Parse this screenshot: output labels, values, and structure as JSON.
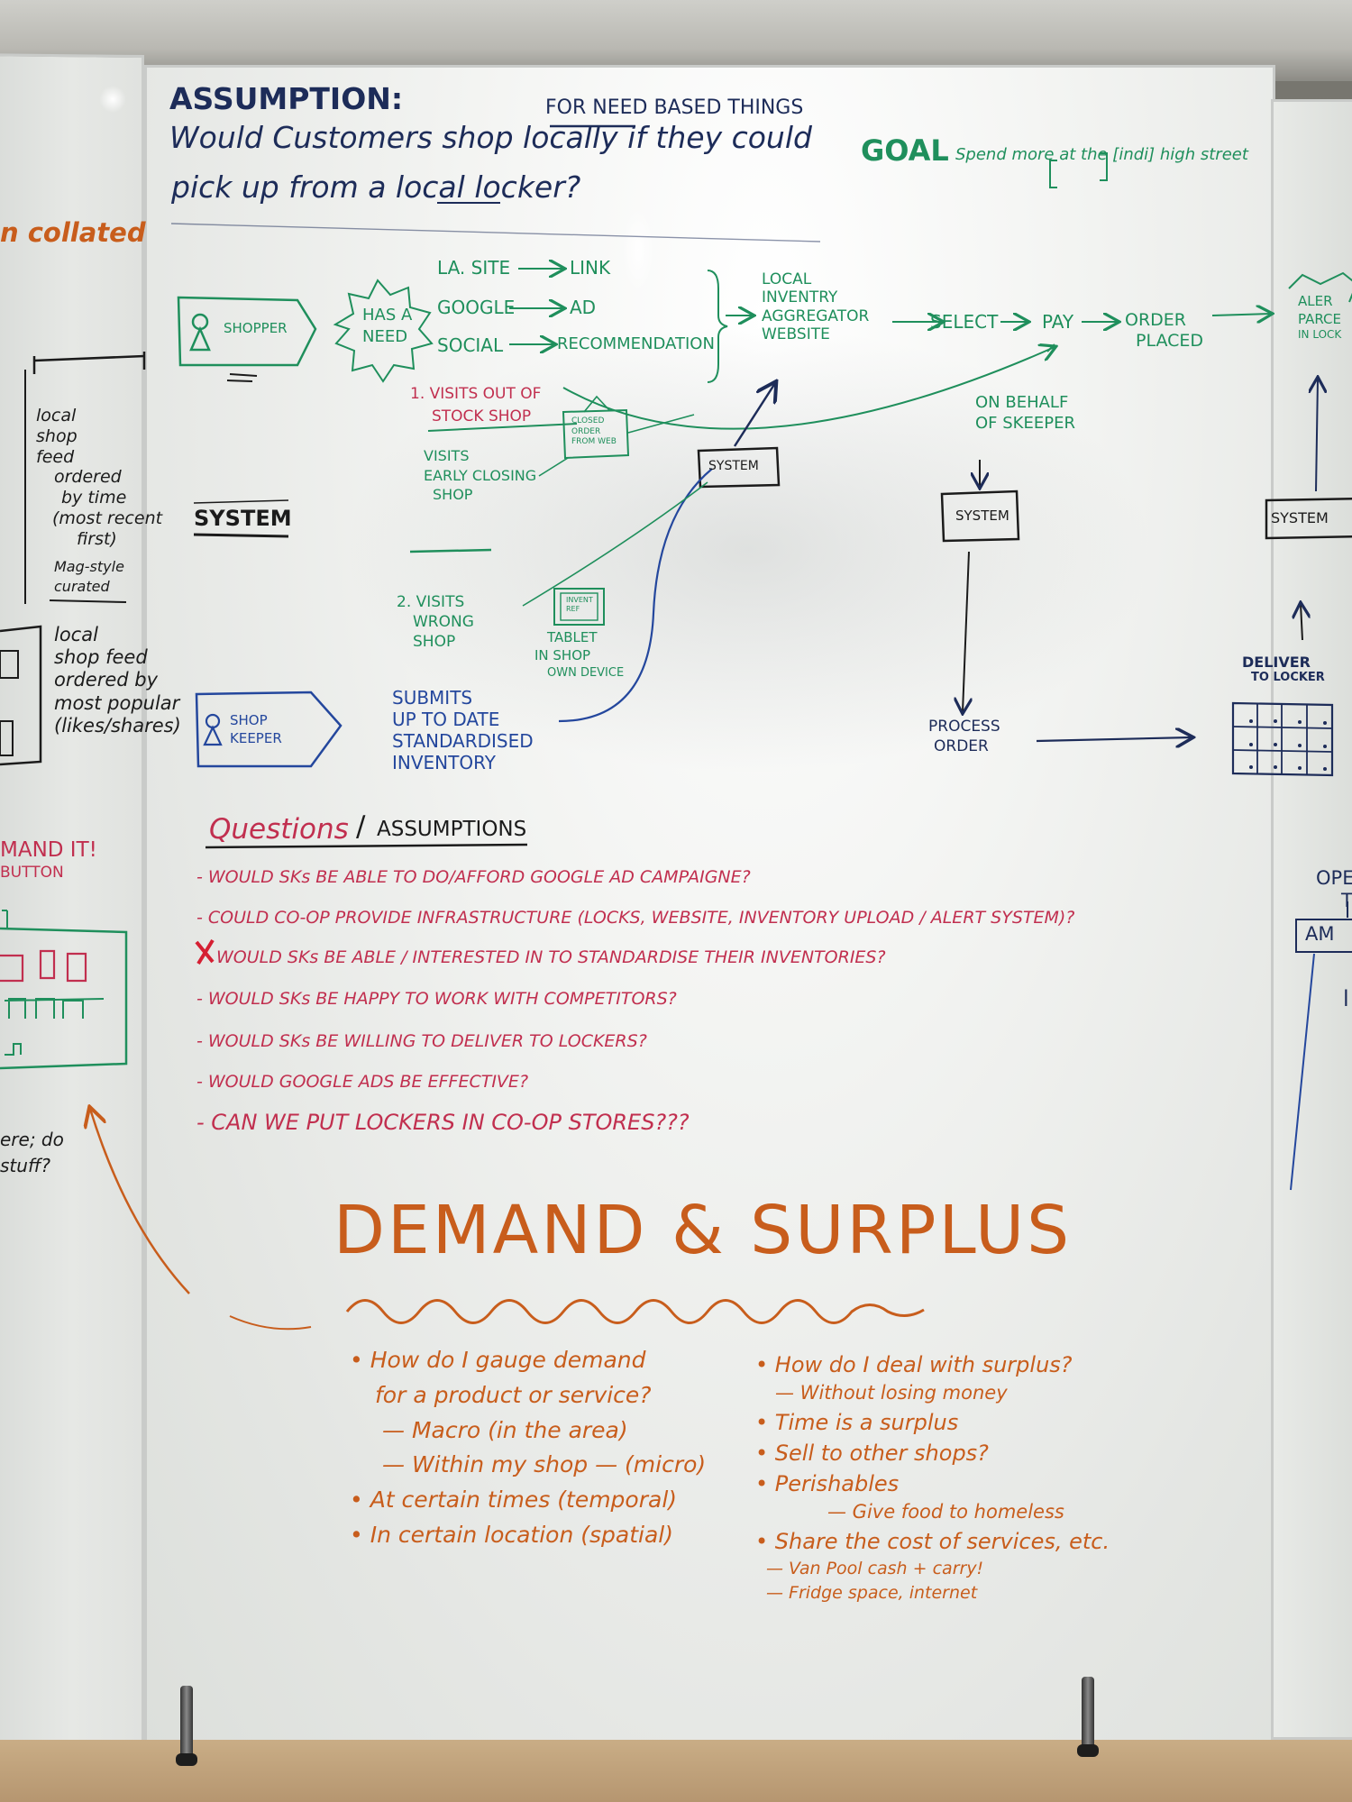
{
  "header": {
    "assumption_label": "ASSUMPTION:",
    "for_need": "FOR NEED BASED THINGS",
    "question_line1": "Would Customers shop locally if they could",
    "question_line2": "pick up from a local locker?",
    "goal_label": "GOAL",
    "goal_text": "Spend more at the [indi] high street"
  },
  "left_board": {
    "collated": "n collated",
    "feed1": [
      "local",
      "shop",
      "feed",
      "ordered",
      "by time",
      "(most recent",
      "first)"
    ],
    "mag_style": [
      "Mag-style",
      "curated"
    ],
    "feed2": [
      "local",
      "shop feed",
      "ordered by",
      "most popular",
      "(likes/shares)"
    ],
    "demand_it": [
      "MAND IT!",
      "BUTTON"
    ],
    "where_do": [
      "ere; do",
      "stuff?"
    ]
  },
  "journey": {
    "shopper": "SHOPPER",
    "has_a_need": [
      "HAS A",
      "NEED"
    ],
    "channels": [
      {
        "source": "LA. SITE",
        "target": "LINK"
      },
      {
        "source": "GOOGLE",
        "target": "AD"
      },
      {
        "source": "SOCIAL",
        "target": "RECOMMENDATION"
      }
    ],
    "aggregator": [
      "LOCAL",
      "INVENTRY",
      "AGGREGATOR",
      "WEBSITE"
    ],
    "select": "SELECT",
    "pay": "PAY",
    "order_placed": [
      "ORDER",
      "PLACED"
    ],
    "alert": [
      "ALER",
      "PARCE",
      "IN LOCK"
    ],
    "visits_out": [
      "1. VISITS OUT OF",
      "STOCK SHOP"
    ],
    "closed_sign": [
      "CLOSED",
      "ORDER",
      "FROM WEB"
    ],
    "visits_early": [
      "VISITS",
      "EARLY CLOSING",
      "SHOP"
    ],
    "system_label": "SYSTEM",
    "system_box": "SYSTEM",
    "on_behalf": [
      "ON BEHALF",
      "OF SKEEPER"
    ],
    "system_box2": "SYSTEM",
    "system_box3": "SYSTEM",
    "visits_wrong": [
      "2. VISITS",
      "WRONG",
      "SHOP"
    ],
    "tablet_screen": [
      "INVENT",
      "REF"
    ],
    "tablet": [
      "TABLET",
      "IN SHOP",
      "OWN DEVICE"
    ],
    "shop_keeper": [
      "SHOP",
      "KEEPER"
    ],
    "submits": [
      "SUBMITS",
      "UP TO DATE",
      "STANDARDISED",
      "INVENTORY"
    ],
    "process_order": [
      "PROCESS",
      "ORDER"
    ],
    "deliver": [
      "DELIVER",
      "TO LOCKER"
    ]
  },
  "right_board": {
    "text1": [
      "OPE",
      "T"
    ],
    "am": "AM",
    "l": "l"
  },
  "questions": {
    "title_left": "Questions",
    "title_right": "ASSUMPTIONS",
    "items": [
      "- WOULD SKs BE ABLE TO DO/AFFORD GOOGLE AD CAMPAIGNE?",
      "- COULD CO-OP PROVIDE INFRASTRUCTURE (LOCKS, WEBSITE, INVENTORY UPLOAD / ALERT SYSTEM)?",
      "WOULD SKs BE ABLE / INTERESTED IN TO STANDARDISE THEIR INVENTORIES?",
      "- WOULD SKs BE HAPPY TO WORK WITH COMPETITORS?",
      "- WOULD SKs BE WILLING TO DELIVER TO LOCKERS?",
      "- WOULD GOOGLE ADS BE EFFECTIVE?",
      "- CAN WE PUT LOCKERS IN CO-OP STORES???"
    ]
  },
  "demand_surplus": {
    "title": "DEMAND & SURPLUS",
    "left": [
      "• How do I gauge demand",
      "for a product or service?",
      "— Macro (in the area)",
      "— Within my shop — (micro)",
      "• At certain times (temporal)",
      "• In certain location (spatial)"
    ],
    "right": [
      "• How do I deal with surplus?",
      "— Without losing money",
      "• Time is a surplus",
      "• Sell to other shops?",
      "• Perishables",
      "— Give food to homeless",
      "• Share the cost of services, etc.",
      "— Van Pool cash + carry!",
      "— Fridge space, internet"
    ]
  },
  "colors": {
    "navy": "#1d2c59",
    "blue": "#24479d",
    "green": "#1f8f5c",
    "red": "#c12f4f",
    "orange": "#c85d1c",
    "black": "#1b1b1b"
  }
}
